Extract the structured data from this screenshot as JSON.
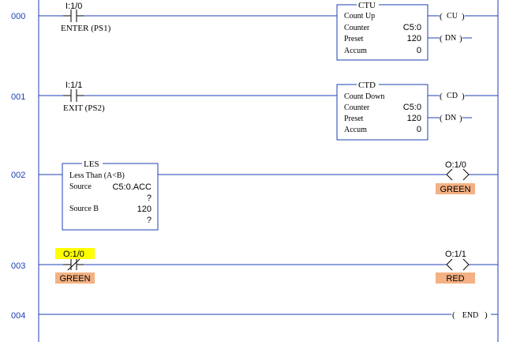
{
  "colors": {
    "rail": "#1c3fb5",
    "tag_highlight": "#ffff00",
    "label_highlight": "#f4b183",
    "background": "#ffffff"
  },
  "rungs": [
    {
      "number": "000",
      "contact": {
        "type": "XIC",
        "address": "I:1/0",
        "label": "ENTER (PS1)"
      },
      "block": {
        "type": "CTU",
        "title": "Count Up",
        "rows": [
          {
            "label": "Counter",
            "value": "C5:0"
          },
          {
            "label": "Preset",
            "value": "120"
          },
          {
            "label": "Accum",
            "value": "0"
          }
        ],
        "outputs": [
          "CU",
          "DN"
        ]
      }
    },
    {
      "number": "001",
      "contact": {
        "type": "XIC",
        "address": "I:1/1",
        "label": "EXIT (PS2)"
      },
      "block": {
        "type": "CTD",
        "title": "Count Down",
        "rows": [
          {
            "label": "Counter",
            "value": "C5:0"
          },
          {
            "label": "Preset",
            "value": "120"
          },
          {
            "label": "Accum",
            "value": "0"
          }
        ],
        "outputs": [
          "CD",
          "DN"
        ]
      }
    },
    {
      "number": "002",
      "compare": {
        "type": "LES",
        "title": "Less Than (A<B)",
        "source_a_label": "Source",
        "source_a": "C5:0.ACC",
        "source_a_value": "?",
        "source_b_label": "Source B",
        "source_b": "120",
        "source_b_value": "?"
      },
      "coil": {
        "address": "O:1/0",
        "label": "GREEN"
      }
    },
    {
      "number": "003",
      "contact": {
        "type": "XIO",
        "address": "O:1/0",
        "label": "GREEN"
      },
      "coil": {
        "address": "O:1/1",
        "label": "RED"
      }
    },
    {
      "number": "004",
      "end": "END"
    }
  ]
}
